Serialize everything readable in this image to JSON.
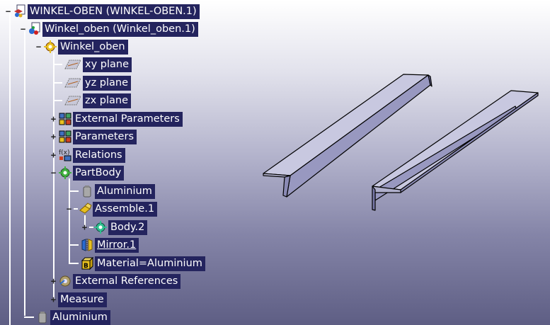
{
  "tree": {
    "root": "WINKEL-OBEN (WINKEL-OBEN.1)",
    "part": "Winkel_oben (Winkel_oben.1)",
    "part_body_node": "Winkel_oben",
    "xy_plane": "xy plane",
    "yz_plane": "yz plane",
    "zx_plane": "zx plane",
    "external_parameters": "External Parameters",
    "parameters": "Parameters",
    "relations": "Relations",
    "partbody": "PartBody",
    "material_aluminium": "Aluminium",
    "assemble": "Assemble.1",
    "body2": "Body.2",
    "mirror": "Mirror.1",
    "material_param": "Material=Aluminium",
    "external_references": "External References",
    "measure": "Measure",
    "root_material": "Aluminium"
  },
  "colors": {
    "label_bg": "#24245e",
    "label_text": "#ffffff",
    "profile_face": "#9a9ac0",
    "profile_top": "#c6c6de",
    "profile_edge": "#000000"
  },
  "icons": {
    "product": "product-icon",
    "part": "part-icon",
    "plane": "plane-icon",
    "parameters": "parameters-icon",
    "relations": "relations-icon",
    "body": "body-icon",
    "material": "material-icon",
    "assemble": "assemble-icon",
    "mirror": "mirror-icon",
    "material_param": "material-parameter-icon",
    "references": "external-references-icon",
    "measure": "measure-icon"
  }
}
